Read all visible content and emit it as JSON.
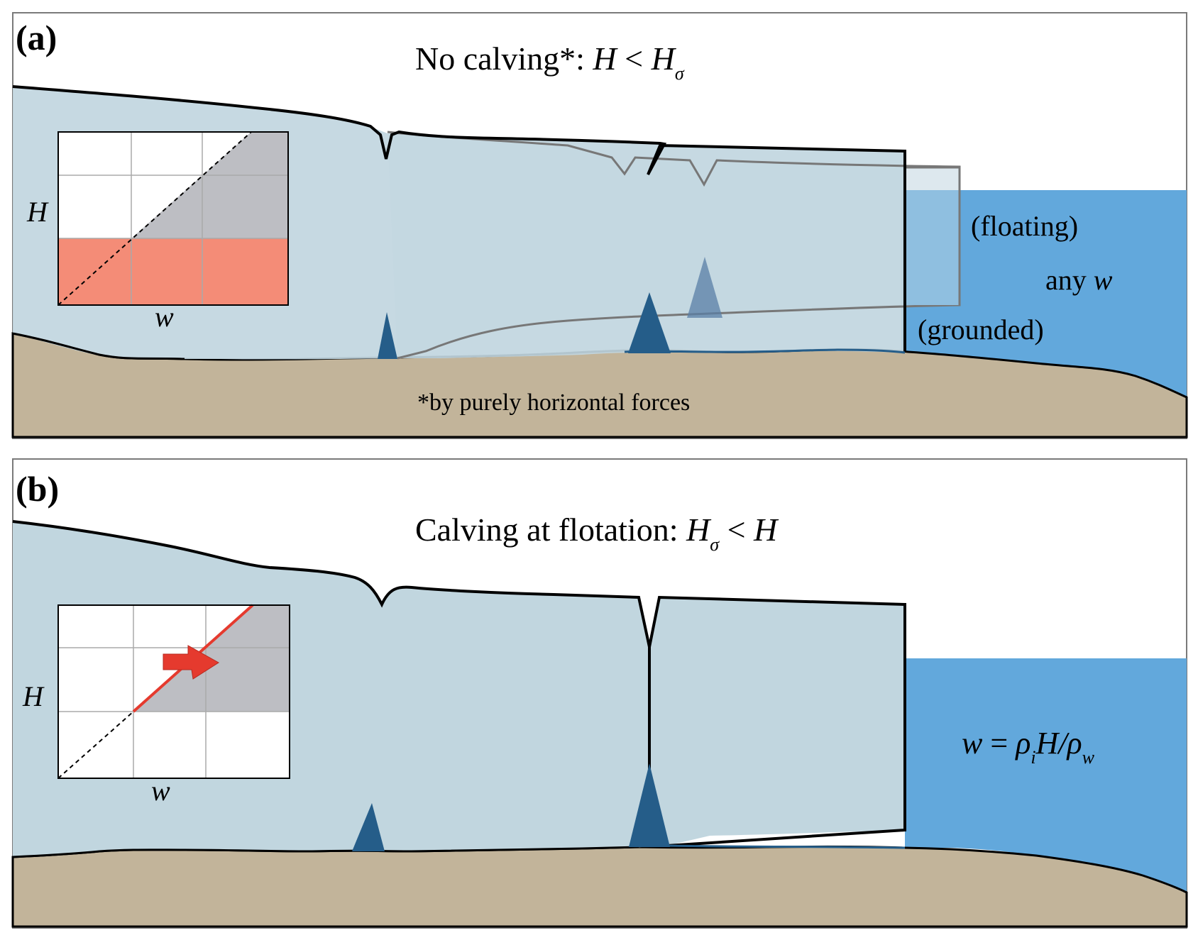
{
  "panel_a": {
    "label": "(a)",
    "title_text": "No calving*: ",
    "title_var": "H",
    "title_op": " < ",
    "title_var2": "H",
    "title_sub": "σ",
    "floating": "(floating)",
    "grounded": "(grounded)",
    "any_text": "any ",
    "any_var": "w",
    "footnote": "*by purely horizontal forces",
    "inset_ylabel": "H",
    "inset_xlabel": "w"
  },
  "panel_b": {
    "label": "(b)",
    "title_text": "Calving at flotation: ",
    "title_var": "H",
    "title_sub": "σ",
    "title_op": " < ",
    "title_var2": "H",
    "eq_w": "w",
    "eq_eq": " = ",
    "eq_rho1": "ρ",
    "eq_sub_i": "i",
    "eq_H": "H/",
    "eq_rho2": "ρ",
    "eq_sub_w": "w",
    "inset_ylabel": "H",
    "inset_xlabel": "w"
  },
  "colors": {
    "ice": "#c1d6df",
    "bed": "#c2b49a",
    "water": "#62a8dc",
    "crevasse": "#255d89",
    "shaded_region": "#bdbec3",
    "calving_region": "#f48c77",
    "arrow": "#e53a2e"
  }
}
